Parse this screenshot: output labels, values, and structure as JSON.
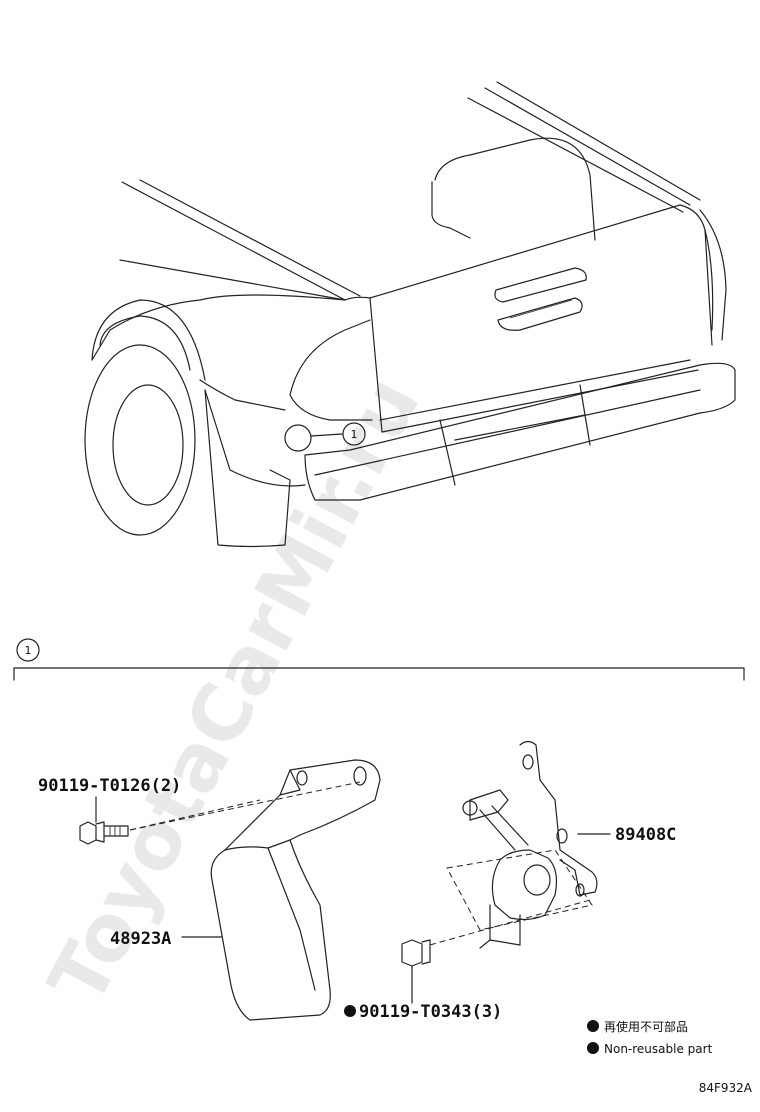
{
  "callout": {
    "number": "1"
  },
  "parts": {
    "bolt_top": "90119-T0126(2)",
    "bracket": "48923A",
    "bolt_bottom": "90119-T0343(3)",
    "sensor": "89408C"
  },
  "legend": {
    "ja": "再使用不可部品",
    "en": "Non-reusable part"
  },
  "figure_code": "84F932A",
  "watermark": "ToyotaCarMir.ru"
}
